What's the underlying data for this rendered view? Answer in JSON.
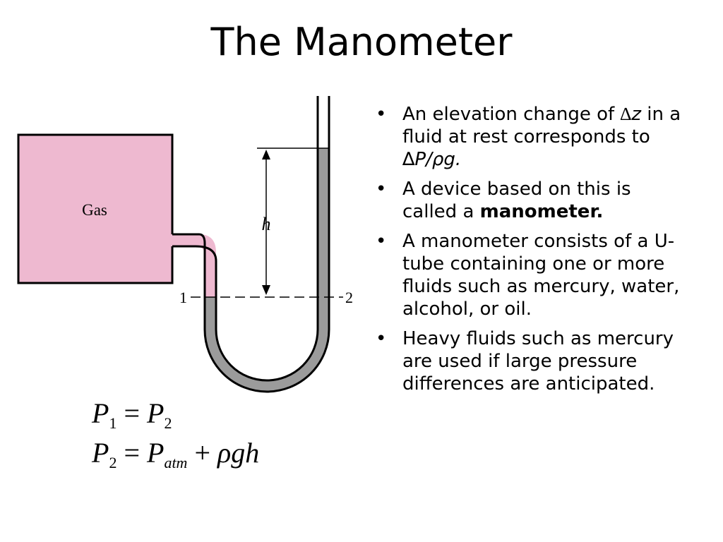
{
  "title": "The Manometer",
  "diagram": {
    "gas_label": "Gas",
    "height_label": "h",
    "point1_label": "1",
    "point2_label": "2",
    "gas_color": "#eeb9d0",
    "fluid_color": "#9b9b9b"
  },
  "bullets": [
    {
      "a": "An elevation change of ",
      "sym_delta": "∆",
      "sym_z": "z",
      "b": " in a fluid at rest corresponds to ",
      "sym_expr": "∆P/ρg",
      "c": "."
    },
    {
      "a": "A device based on this is called a ",
      "bold": "manometer."
    },
    {
      "a": "A manometer consists of a U-tube containing one or more fluids such as mercury, water, alcohol, or oil."
    },
    {
      "a": "Heavy fluids such as mercury are used if large pressure differences are anticipated."
    }
  ],
  "bullet_glyph": "•",
  "equations": {
    "eq1": {
      "lhs": "P",
      "lhs_sub": "1",
      "op": "=",
      "rhs": "P",
      "rhs_sub": "2"
    },
    "eq2": {
      "lhs": "P",
      "lhs_sub": "2",
      "op": "=",
      "t1": "P",
      "t1_sub": "atm",
      "op2": "+",
      "t2": "ρgh"
    }
  }
}
